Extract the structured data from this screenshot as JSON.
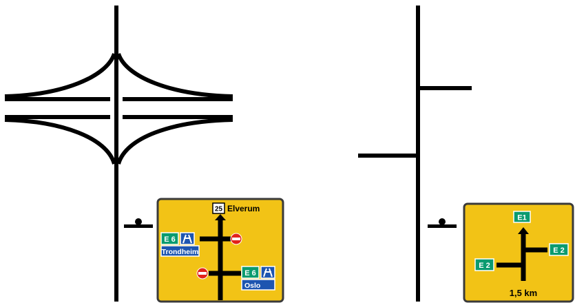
{
  "left_sign": {
    "top_route_number": "25",
    "top_destination": "Elverum",
    "upper_left_route": "E 6",
    "upper_left_destination": "Trondheim",
    "lower_right_route": "E 6",
    "lower_right_destination": "Oslo",
    "no_entry_count": 2,
    "motorway_icon_count": 2
  },
  "right_sign": {
    "top_route": "E1",
    "left_route": "E 2",
    "right_route": "E 2",
    "distance": "1,5 km"
  },
  "colors": {
    "sign_yellow": "#f2c316",
    "sign_border": "#3a3a3a",
    "route_green": "#0b9b6f",
    "destination_blue": "#1d55b0",
    "no_entry_red": "#e2231a",
    "road_black": "#000000"
  }
}
